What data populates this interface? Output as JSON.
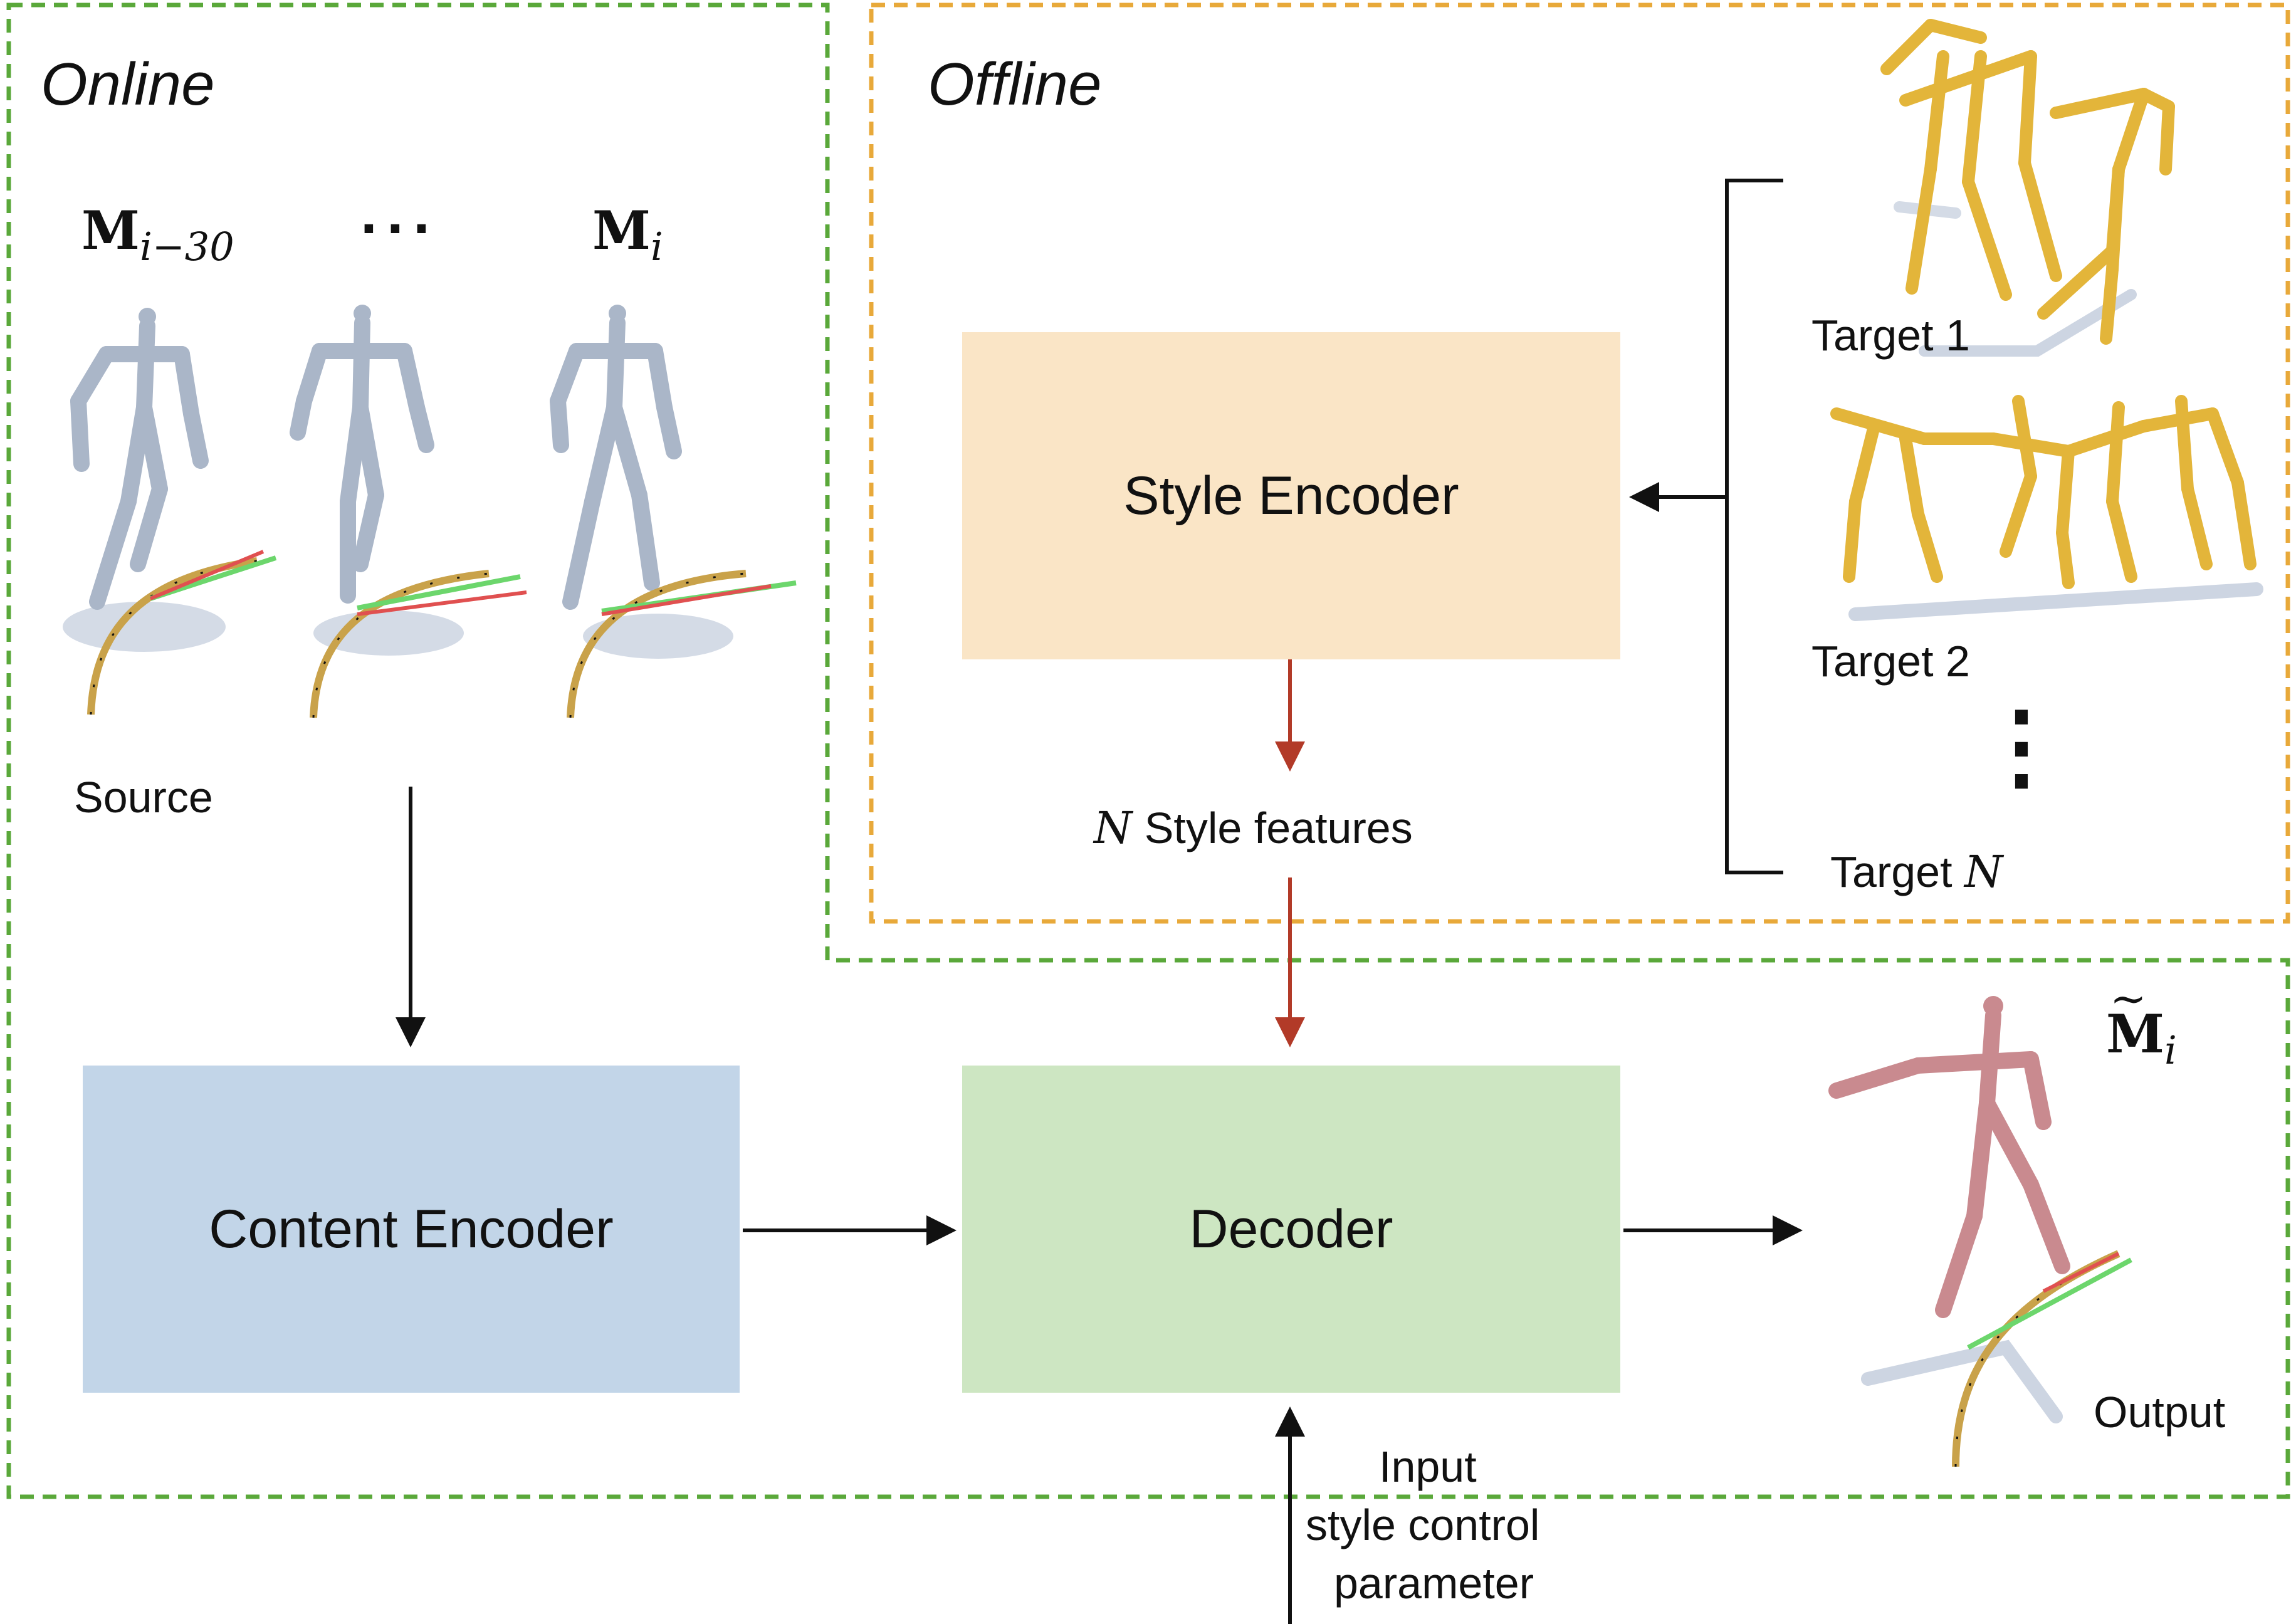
{
  "colors": {
    "online_border": "#5aa83a",
    "offline_border": "#e8a93a",
    "style_encoder_fill": "#fae5c6",
    "content_encoder_fill": "#c2d5e8",
    "decoder_fill": "#cde6c2",
    "red_arrow": "#b23a28",
    "black_arrow": "#111111",
    "source_skeleton": "#aab6c8",
    "target_skeleton": "#e3b53a",
    "output_skeleton": "#c98a8f",
    "shadow": "#b8c3d6"
  },
  "regions": {
    "online_label": "Online",
    "offline_label": "Offline"
  },
  "source": {
    "frame_first": "M",
    "frame_first_sub": "i−30",
    "ellipsis": "···",
    "frame_last": "M",
    "frame_last_sub": "i",
    "label": "Source"
  },
  "targets": {
    "target1": "Target 1",
    "target2": "Target 2",
    "vertical_ellipsis": "⋮",
    "targetN_prefix": "Target",
    "targetN_var": "N"
  },
  "blocks": {
    "style_encoder": "Style Encoder",
    "content_encoder": "Content Encoder",
    "decoder": "Decoder"
  },
  "style_features": {
    "var": "N",
    "text": "Style features"
  },
  "output": {
    "symbol": "M",
    "symbol_sub": "i",
    "label": "Output"
  },
  "control_input": {
    "line1": "Input",
    "line2": "style control",
    "line3": "parameter"
  }
}
